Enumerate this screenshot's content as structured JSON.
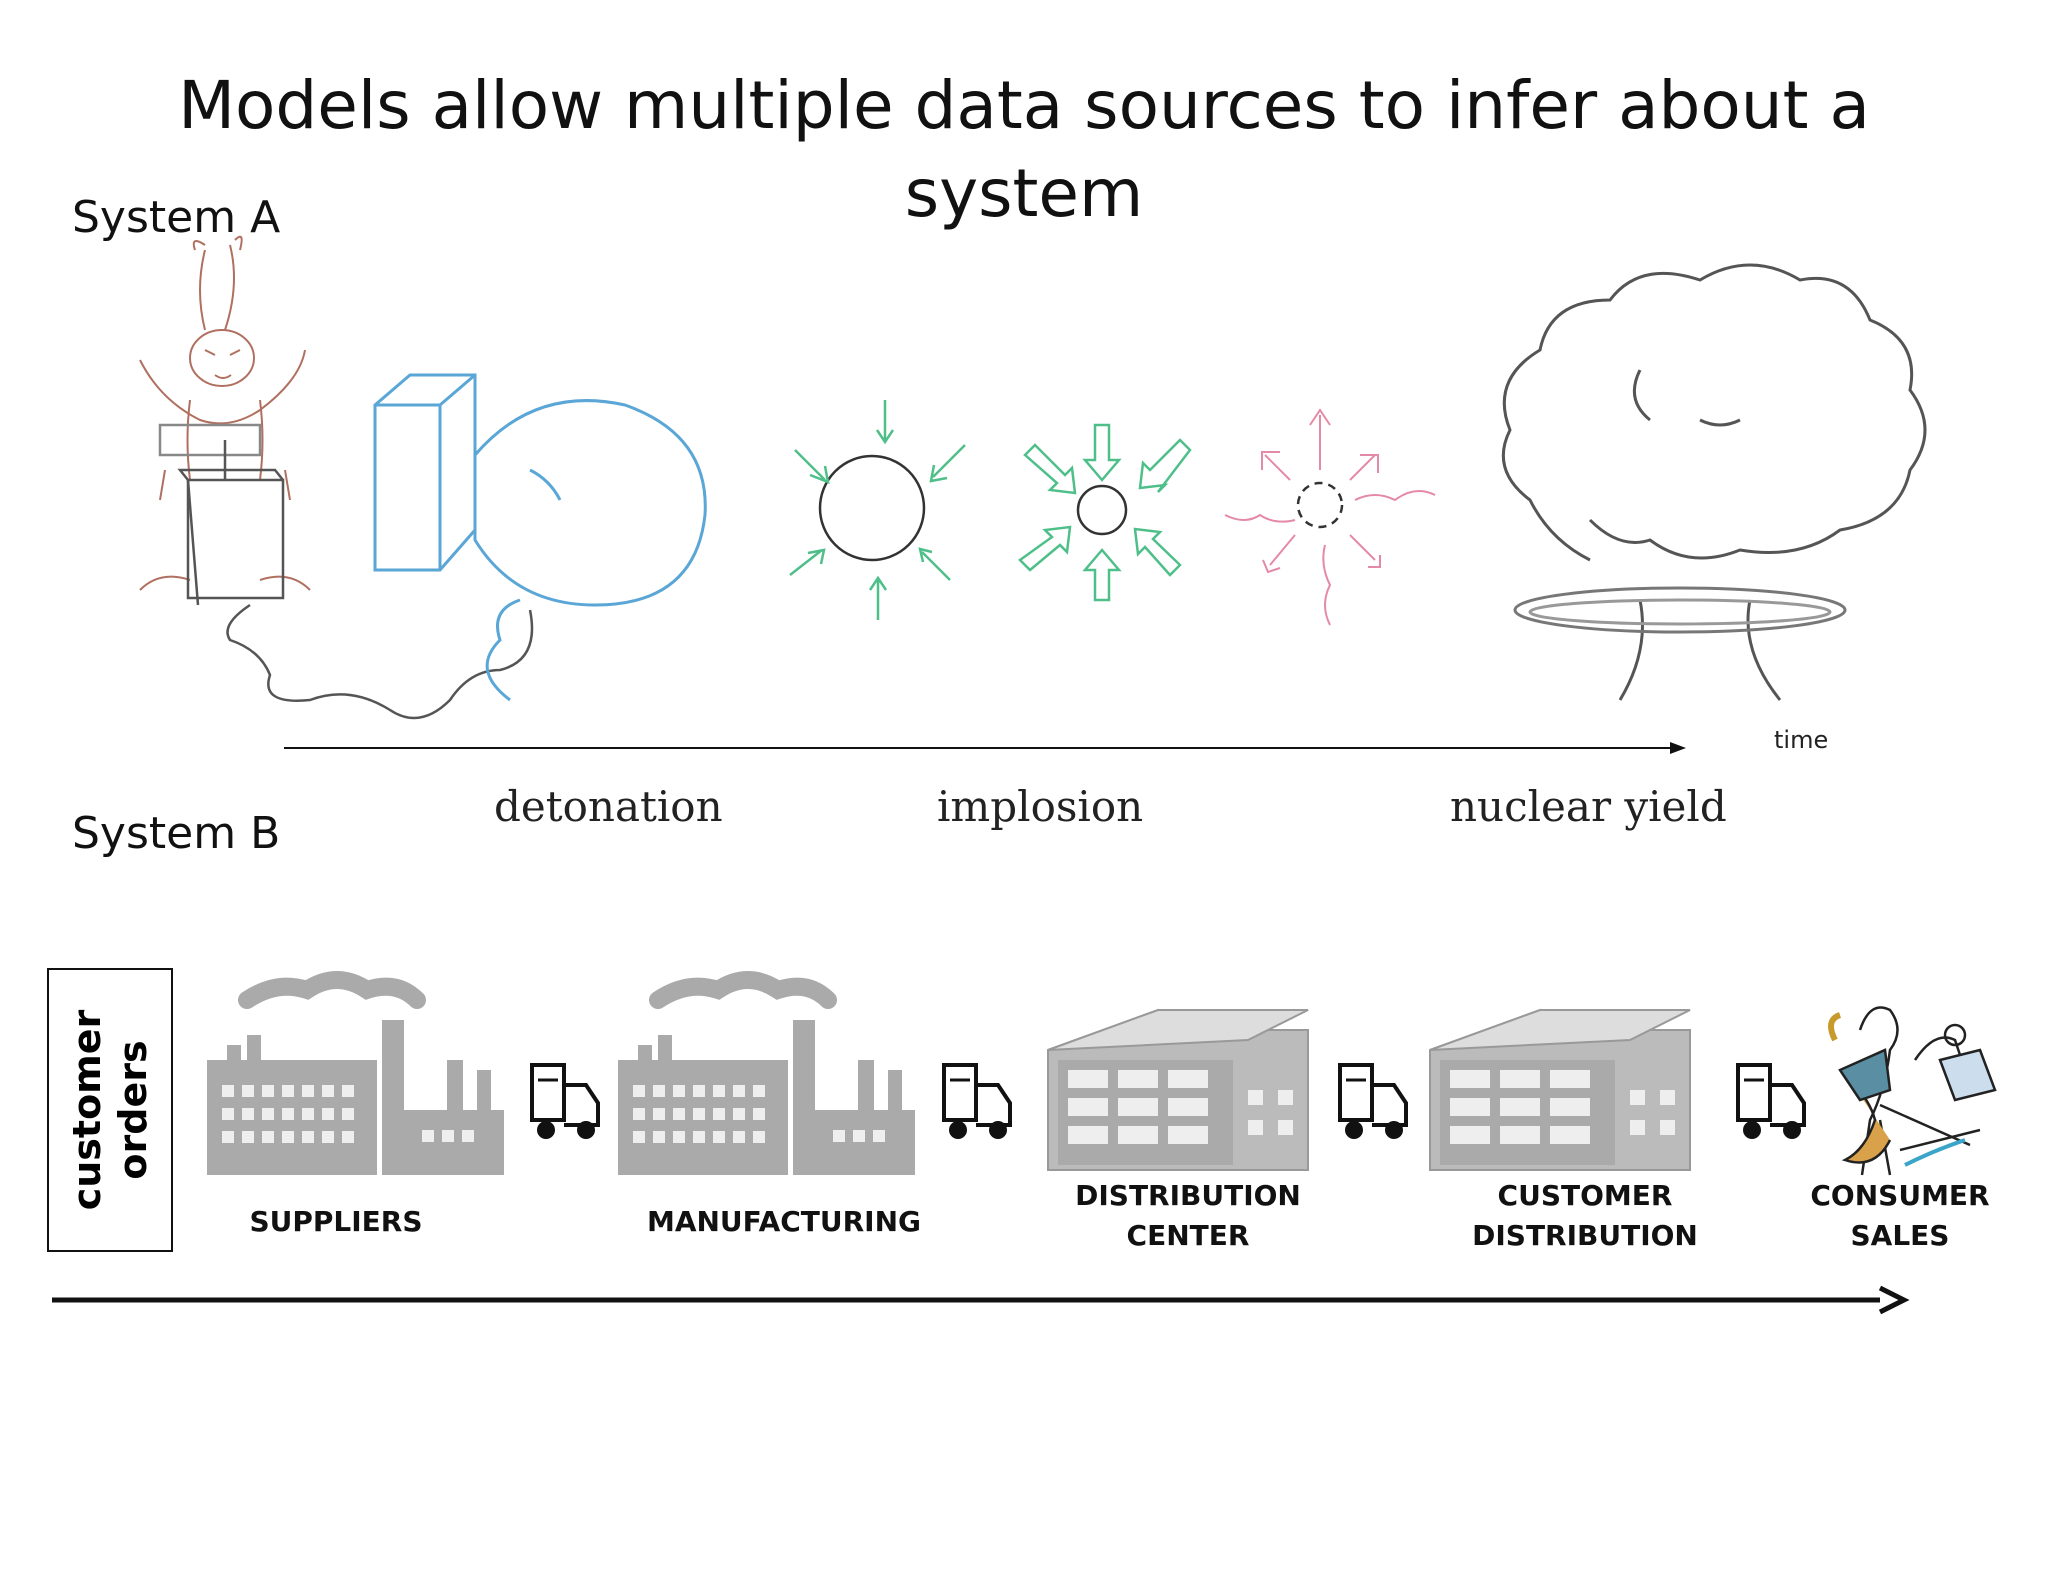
{
  "title": "Models allow multiple data sources to infer about a\nsystem",
  "system_a": {
    "label": "System A",
    "axis_label": "time",
    "phases": [
      "detonation",
      "implosion",
      "nuclear yield"
    ]
  },
  "system_b": {
    "label": "System B",
    "orders_label": "customer\norders",
    "stages": [
      "SUPPLIERS",
      "MANUFACTURING",
      "DISTRIBUTION\nCENTER",
      "CUSTOMER\nDISTRIBUTION",
      "CONSUMER\nSALES"
    ]
  },
  "colors": {
    "sketch_blue": "#5aa6d6",
    "sketch_green": "#4fbf8a",
    "sketch_pink": "#e58aa6",
    "sketch_gray": "#555555",
    "sketch_brown": "#b07060",
    "icon_gray": "#aaaaaa"
  }
}
